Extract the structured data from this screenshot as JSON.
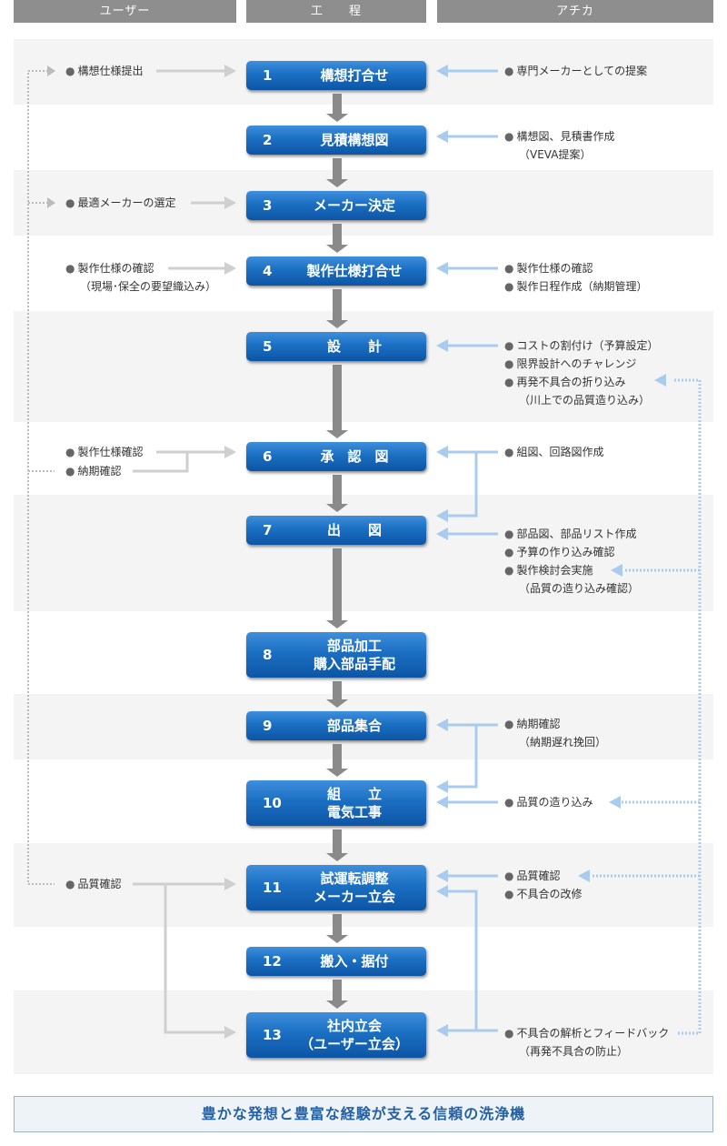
{
  "header": {
    "user": "ユーザー",
    "process": "工　　程",
    "company": "アチカ"
  },
  "steps": [
    {
      "num": "1",
      "label": "構想打合せ"
    },
    {
      "num": "2",
      "label": "見積構想図"
    },
    {
      "num": "3",
      "label": "メーカー決定"
    },
    {
      "num": "4",
      "label": "製作仕様打合せ"
    },
    {
      "num": "5",
      "label": "設　　計"
    },
    {
      "num": "6",
      "label": "承　認　図"
    },
    {
      "num": "7",
      "label": "出　　図"
    },
    {
      "num": "8",
      "label": "部品加工\n購入部品手配"
    },
    {
      "num": "9",
      "label": "部品集合"
    },
    {
      "num": "10",
      "label": "組　　立\n電気工事"
    },
    {
      "num": "11",
      "label": "試運転調整\nメーカー立会"
    },
    {
      "num": "12",
      "label": "搬入・据付"
    },
    {
      "num": "13",
      "label": "社内立会\n（ユーザー立会）"
    }
  ],
  "user_notes": {
    "n1": "構想仕様提出",
    "n3": "最適メーカーの選定",
    "n4a": "製作仕様の確認",
    "n4b": "（現場･保全の要望織込み）",
    "n6a": "製作仕様確認",
    "n6b": "納期確認",
    "n11": "品質確認"
  },
  "company_notes": {
    "n1": "専門メーカーとしての提案",
    "n2a": "構想図、見積書作成",
    "n2b": "（VEVA提案）",
    "n4a": "製作仕様の確認",
    "n4b": "製作日程作成（納期管理）",
    "n5a": "コストの割付け（予算設定）",
    "n5b": "限界設計へのチャレンジ",
    "n5c": "再発不具合の折り込み",
    "n5d": "（川上での品質造り込み）",
    "n6": "組図、回路図作成",
    "n7a": "部品図、部品リスト作成",
    "n7b": "予算の作り込み確認",
    "n7c": "製作検討会実施",
    "n7d": "（品質の造り込み確認）",
    "n9a": "納期確認",
    "n9b": "（納期遅れ挽回）",
    "n10": "品質の造り込み",
    "n11a": "品質確認",
    "n11b": "不具合の改修",
    "n13a": "不具合の解析とフィードバック",
    "n13b": "（再発不具合の防止）"
  },
  "bullet": "●",
  "footer": "豊かな発想と豊富な経験が支える信頼の洗浄機",
  "colors": {
    "step": "#1b6fc2",
    "band": "#f4f4f4",
    "header": "#8e8e8e",
    "gray_arrow": "#8a8a8a",
    "user_arrow": "#cfcfcf",
    "company_arrow": "#a9cbee"
  }
}
